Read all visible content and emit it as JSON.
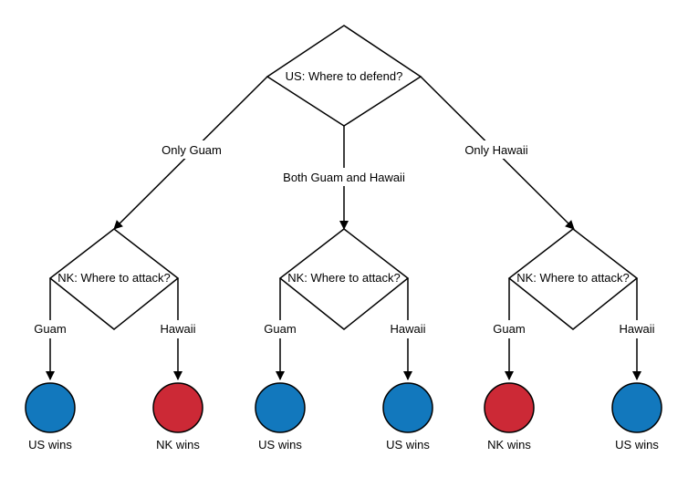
{
  "colors": {
    "us_win": "#1278bd",
    "nk_win": "#cc2936",
    "stroke": "#000000",
    "background": "#ffffff"
  },
  "root": {
    "label": "US: Where to defend?"
  },
  "defense_edges": [
    {
      "label": "Only Guam"
    },
    {
      "label": "Both Guam and Hawaii"
    },
    {
      "label": "Only Hawaii"
    }
  ],
  "attack_nodes": [
    {
      "label": "NK: Where to attack?"
    },
    {
      "label": "NK: Where to attack?"
    },
    {
      "label": "NK: Where to attack?"
    }
  ],
  "attack_edges": [
    {
      "label": "Guam"
    },
    {
      "label": "Hawaii"
    },
    {
      "label": "Guam"
    },
    {
      "label": "Hawaii"
    },
    {
      "label": "Guam"
    },
    {
      "label": "Hawaii"
    }
  ],
  "outcomes": [
    {
      "label": "US wins",
      "winner": "US"
    },
    {
      "label": "NK wins",
      "winner": "NK"
    },
    {
      "label": "US wins",
      "winner": "US"
    },
    {
      "label": "US wins",
      "winner": "US"
    },
    {
      "label": "NK wins",
      "winner": "NK"
    },
    {
      "label": "US wins",
      "winner": "US"
    }
  ]
}
